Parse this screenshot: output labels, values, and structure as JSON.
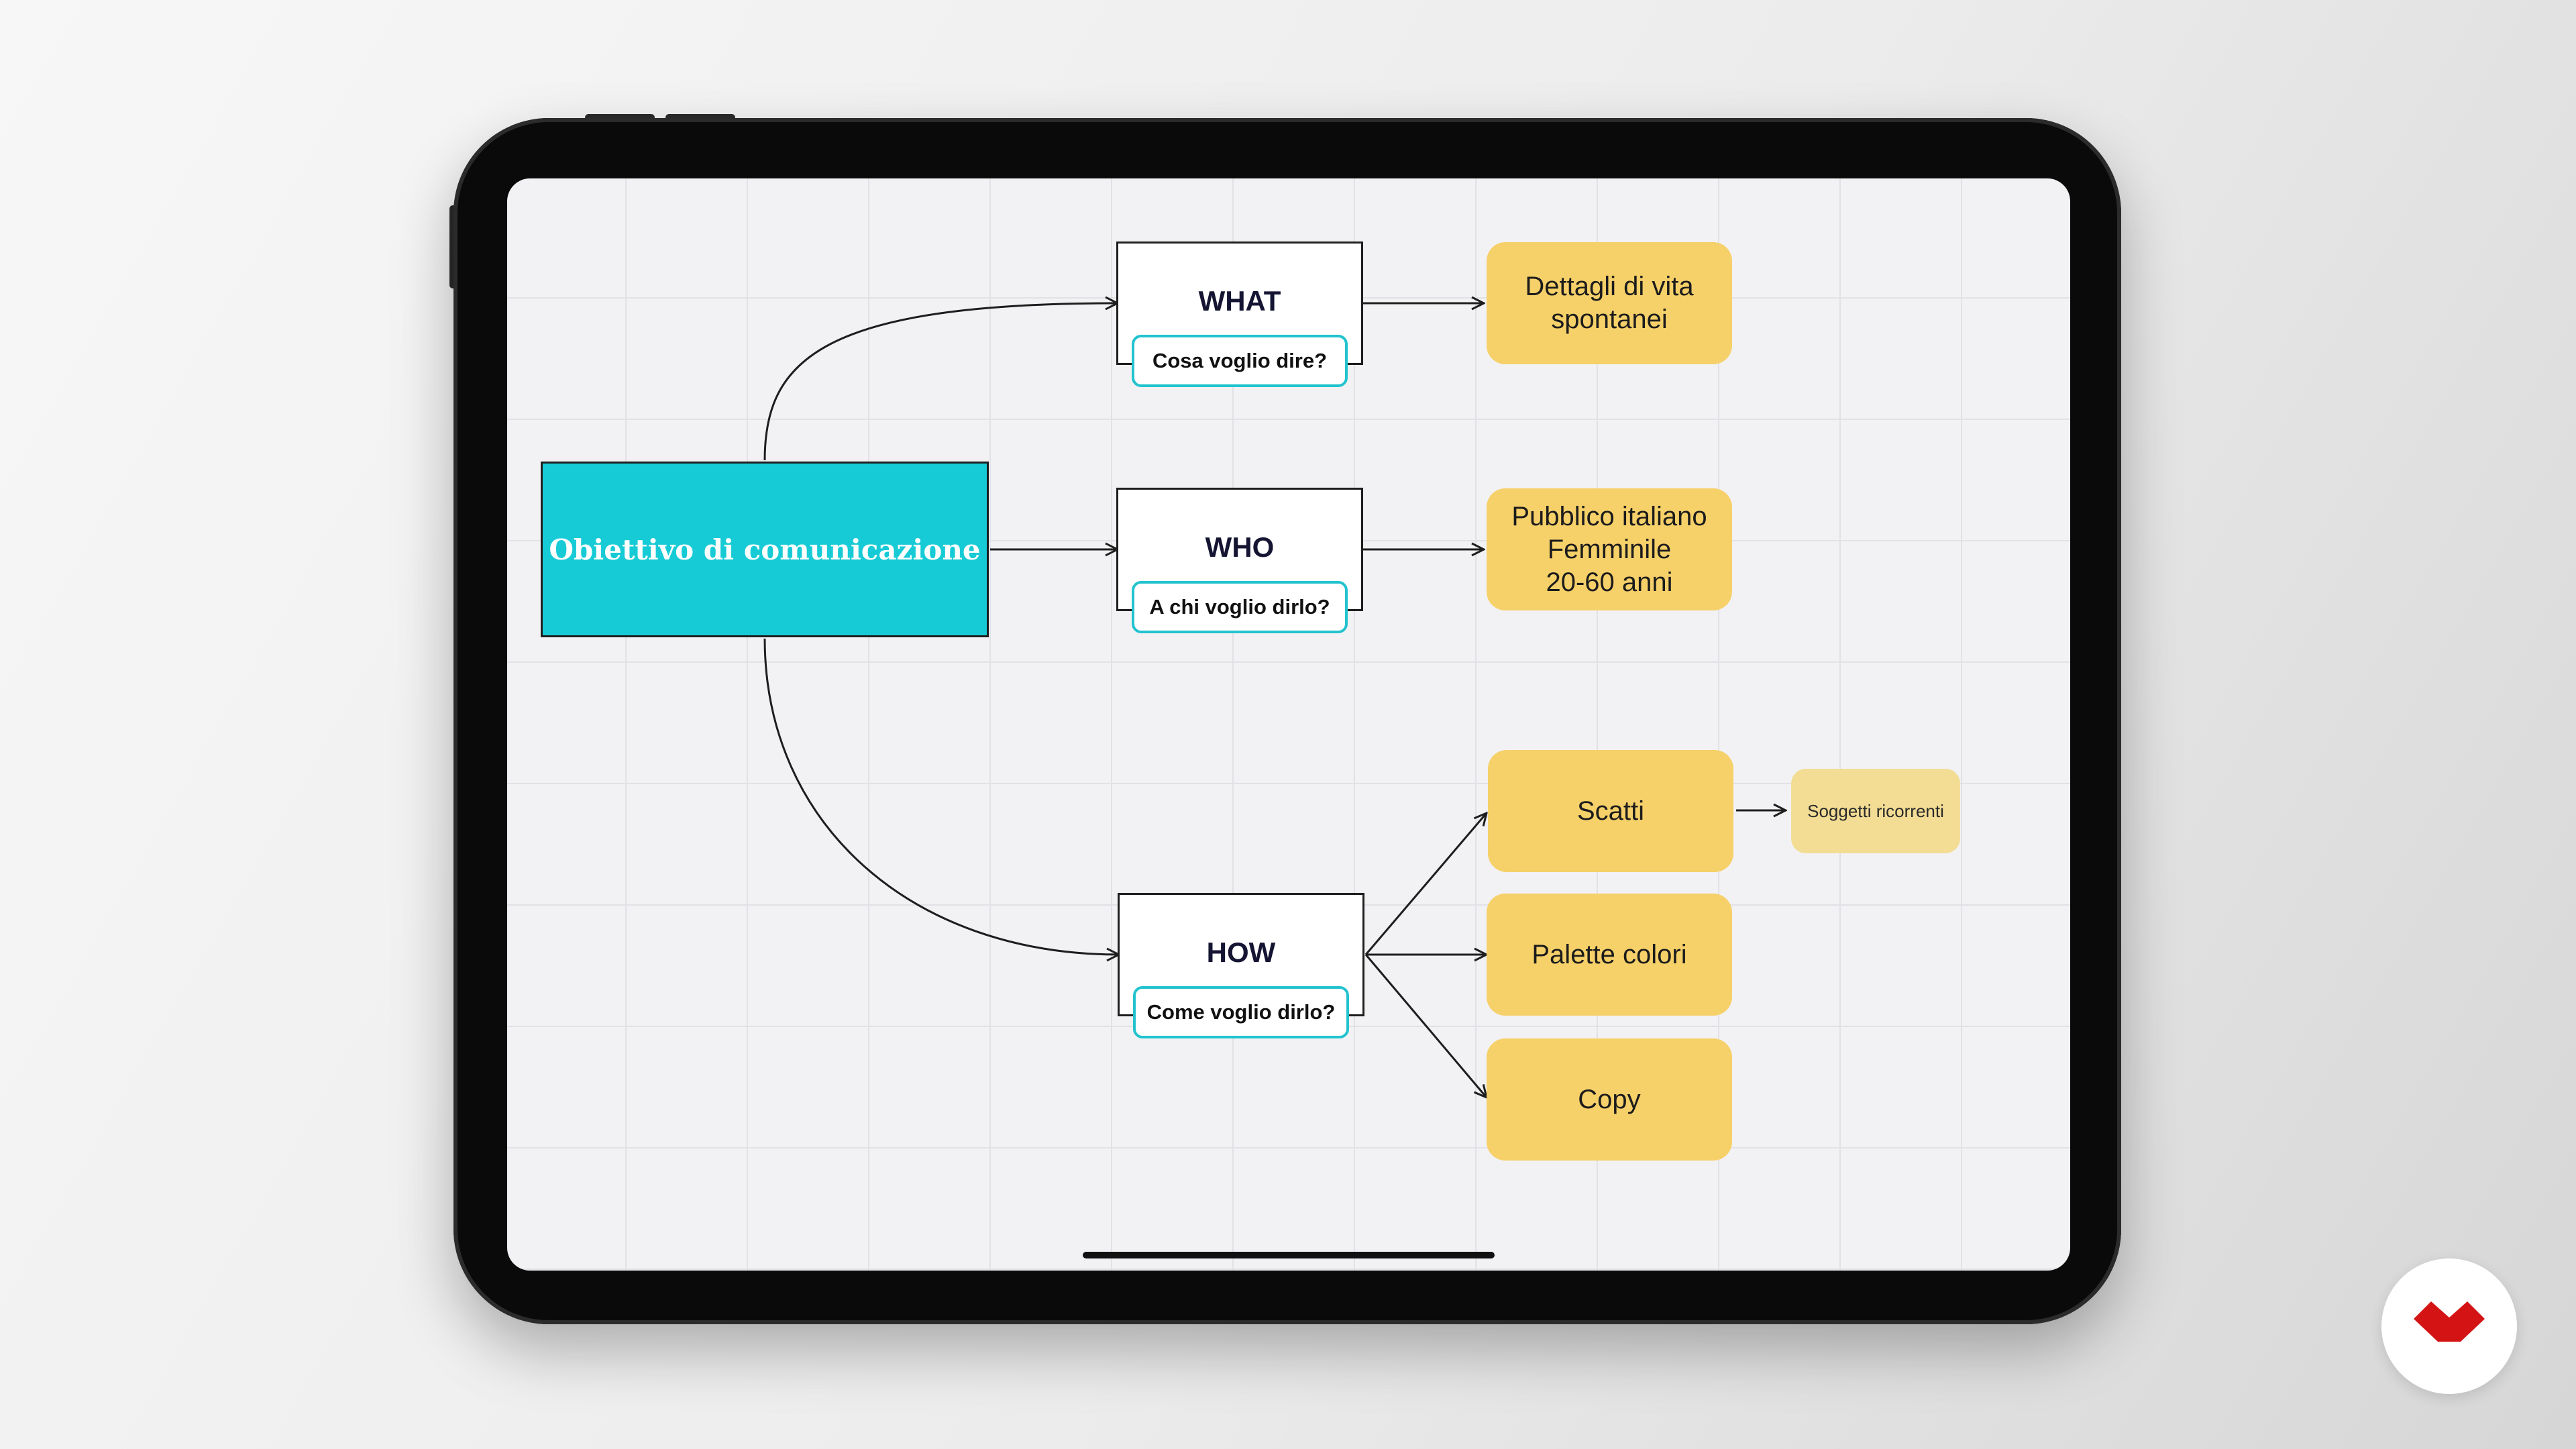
{
  "diagram": {
    "main_node": "Obiettivo di comunicazione",
    "questions": [
      {
        "title": "WHAT",
        "subtitle": "Cosa voglio dire?"
      },
      {
        "title": "WHO",
        "subtitle": "A chi voglio dirlo?"
      },
      {
        "title": "HOW",
        "subtitle": "Come voglio dirlo?"
      }
    ],
    "answers": [
      "Dettagli di vita\nspontanei",
      "Pubblico italiano\nFemminile\n20-60 anni",
      "Scatti",
      "Palette colori",
      "Copy"
    ],
    "sub_answer": "Soggetti ricorrenti"
  },
  "colors": {
    "main_node": "#17cbd6",
    "answer_node": "#f6d069",
    "sub_answer_node": "#f3dd95",
    "subtitle_border": "#22c3cf",
    "logo": "#d41414"
  },
  "logo": {
    "icon": "brand-logo-icon"
  }
}
